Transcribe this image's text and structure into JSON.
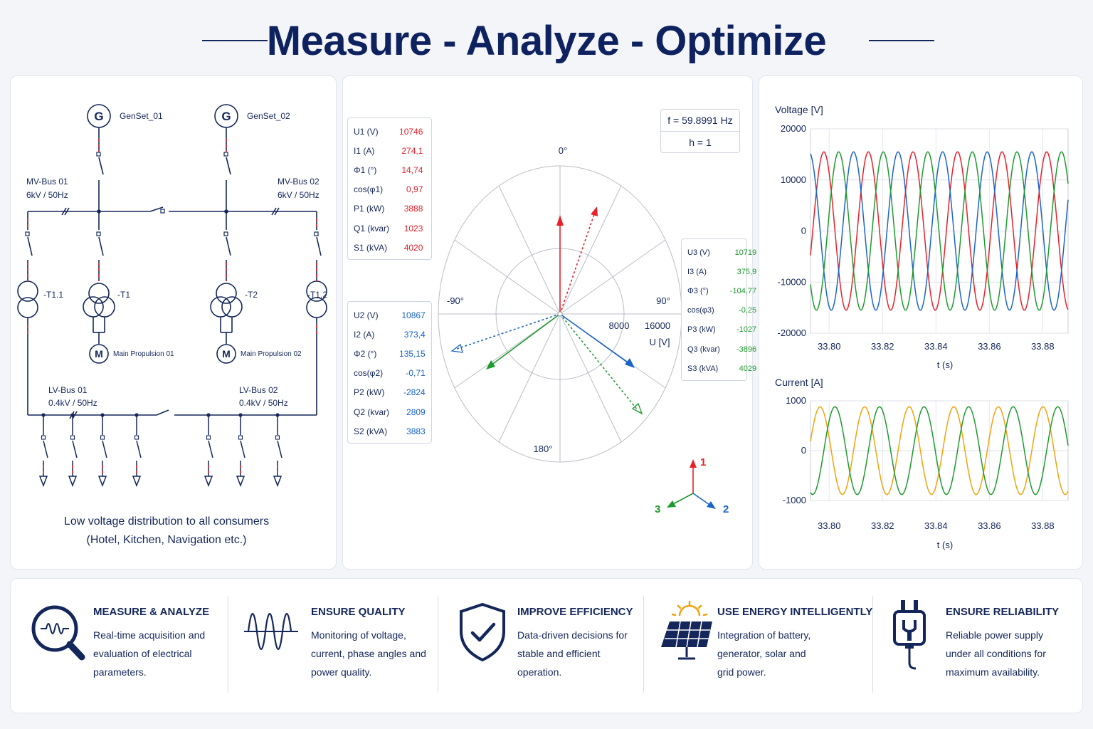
{
  "header": {
    "title": "Measure - Analyze - Optimize"
  },
  "single_line": {
    "gen1": {
      "symbol": "G",
      "label": "GenSet_01"
    },
    "gen2": {
      "symbol": "G",
      "label": "GenSet_02"
    },
    "mv_bus1": {
      "name": "MV-Bus 01",
      "rating": "6kV / 50Hz"
    },
    "mv_bus2": {
      "name": "MV-Bus 02",
      "rating": "6kV / 50Hz"
    },
    "transformers": {
      "t11": "-T1.1",
      "t1": "-T1",
      "t2": "-T2",
      "t12": "-T1.2"
    },
    "motor1": {
      "symbol": "M",
      "label": "Main Propulsion 01"
    },
    "motor2": {
      "symbol": "M",
      "label": "Main Propulsion 02"
    },
    "lv_bus1": {
      "name": "LV-Bus 01",
      "rating": "0.4kV / 50Hz"
    },
    "lv_bus2": {
      "name": "LV-Bus 02",
      "rating": "0.4kV / 50Hz"
    },
    "caption_line1": "Low voltage distribution to all consumers",
    "caption_line2": "(Hotel, Kitchen, Navigation etc.)"
  },
  "phasor": {
    "frequency": "f = 59.8991 Hz",
    "harmonic": "h = 1",
    "angle_labels": {
      "top": "0°",
      "right": "90°",
      "bottom": "180°",
      "left": "-90°"
    },
    "ring_labels": [
      "8000",
      "16000"
    ],
    "axis_unit": "U [V]",
    "phase1": {
      "color": "#e8202a",
      "rows": [
        {
          "label": "U1  (V)",
          "value": "10746"
        },
        {
          "label": "I1  (A)",
          "value": "274,1"
        },
        {
          "label": "Φ1  (°)",
          "value": "14,74"
        },
        {
          "label": "cos(φ1)",
          "value": "0,97"
        },
        {
          "label": "P1  (kW)",
          "value": "3888"
        },
        {
          "label": "Q1  (kvar)",
          "value": "1023"
        },
        {
          "label": "S1  (kVA)",
          "value": "4020"
        }
      ]
    },
    "phase2": {
      "color": "#1a64c8",
      "rows": [
        {
          "label": "U2  (V)",
          "value": "10867"
        },
        {
          "label": "I2  (A)",
          "value": "373,4"
        },
        {
          "label": "Φ2  (°)",
          "value": "135,15"
        },
        {
          "label": "cos(φ2)",
          "value": "-0,71"
        },
        {
          "label": "P2  (kW)",
          "value": "-2824"
        },
        {
          "label": "Q2  (kvar)",
          "value": "2809"
        },
        {
          "label": "S2  (kVA)",
          "value": "3883"
        }
      ]
    },
    "phase3": {
      "color": "#1e9a2e",
      "rows": [
        {
          "label": "U3  (V)",
          "value": "10719"
        },
        {
          "label": "I3  (A)",
          "value": "375,9"
        },
        {
          "label": "Φ3  (°)",
          "value": "-104,77"
        },
        {
          "label": "cos(φ3)",
          "value": "-0,25"
        },
        {
          "label": "P3  (kW)",
          "value": "-1027"
        },
        {
          "label": "Q3  (kvar)",
          "value": "-3896"
        },
        {
          "label": "S3  (kVA)",
          "value": "4029"
        }
      ]
    },
    "legend": {
      "l1": "1",
      "l2": "2",
      "l3": "3"
    }
  },
  "chart_data": [
    {
      "type": "line",
      "title": "Voltage [V]",
      "xlabel": "t (s)",
      "ylabel": "Voltage [V]",
      "xlim": [
        33.793,
        33.8895
      ],
      "ylim": [
        -20000,
        20000
      ],
      "xticks": [
        "33.80",
        "33.82",
        "33.84",
        "33.86",
        "33.88"
      ],
      "yticks": [
        "20000",
        "10000",
        "0",
        "-10000",
        "-20000"
      ],
      "amplitude": 15500,
      "frequency_hz": 59.9,
      "grid": true,
      "series": [
        {
          "color": "#e8202a",
          "phase_deg": 270
        },
        {
          "color": "#1a64c8",
          "phase_deg": 30
        },
        {
          "color": "#1e9a2e",
          "phase_deg": 150
        }
      ]
    },
    {
      "type": "line",
      "title": "Current [A]",
      "xlabel": "t (s)",
      "ylabel": "Current [A]",
      "xlim": [
        33.793,
        33.8895
      ],
      "ylim": [
        -1000,
        1000
      ],
      "xticks": [
        "33.80",
        "33.82",
        "33.84",
        "33.86",
        "33.88"
      ],
      "yticks": [
        "1000",
        "0",
        "-1000"
      ],
      "amplitude": 880,
      "frequency_hz": 59.9,
      "grid": true,
      "series": [
        {
          "color": "#f2a20c",
          "phase_deg": 300
        },
        {
          "color": "#1e9a2e",
          "phase_deg": 180
        }
      ]
    }
  ],
  "features": [
    {
      "icon": "magnifier-wave-icon",
      "title": "MEASURE & ANALYZE",
      "desc": [
        "Real-time acquisition and",
        "evaluation of electrical",
        "parameters."
      ]
    },
    {
      "icon": "sine-wave-icon",
      "title": "ENSURE QUALITY",
      "desc": [
        "Monitoring of voltage,",
        "current, phase angles and",
        "power quality."
      ]
    },
    {
      "icon": "shield-check-icon",
      "title": "IMPROVE EFFICIENCY",
      "desc": [
        "Data-driven decisions for",
        "stable and efficient",
        "operation."
      ]
    },
    {
      "icon": "solar-panel-icon",
      "title": "USE ENERGY INTELLIGENTLY",
      "desc": [
        "Integration of battery,",
        "generator, solar and",
        "grid power."
      ]
    },
    {
      "icon": "plug-icon",
      "title": "ENSURE RELIABILITY",
      "desc": [
        "Reliable power supply",
        "under all conditions for",
        "maximum availability."
      ]
    }
  ]
}
